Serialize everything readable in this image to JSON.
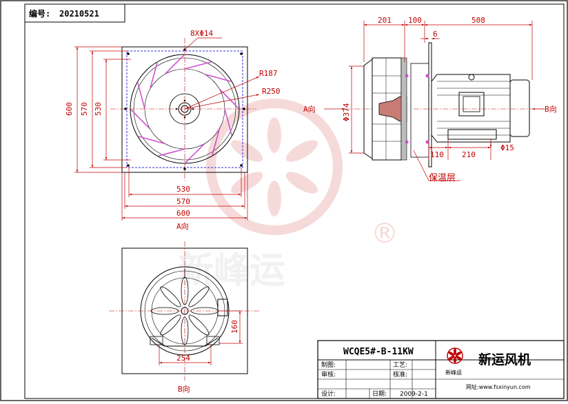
{
  "header": {
    "code_label": "编号:",
    "code_value": "20210521"
  },
  "front_view": {
    "holes_note": "8XΦ14",
    "radius_inner": "R187",
    "radius_outer": "R250",
    "height_outer": "600",
    "height_mid": "570",
    "height_inner": "530",
    "width_inner": "530",
    "width_mid": "570",
    "width_outer": "600",
    "view_label": "A向"
  },
  "side_view": {
    "dim_top_1": "201",
    "dim_top_2": "100",
    "dim_top_3": "508",
    "dim_plate": "6",
    "dia_inlet": "Φ374",
    "dim_foot_1": "110",
    "dim_foot_2": "210",
    "dia_foot_hole": "Φ15",
    "insulation_label": "保温层",
    "left_view_label": "A向",
    "right_view_label": "B向"
  },
  "rear_view": {
    "dim_width": "254",
    "dim_height": "160",
    "view_label": "B向"
  },
  "watermark": {
    "text": "新峰运",
    "registered": "®"
  },
  "title_block": {
    "model": "WCQE5#-B-11KW",
    "company": "新运风机",
    "logo_text": "新峰运",
    "label_drawn": "制图:",
    "label_process": "工艺:",
    "label_review": "审核:",
    "label_approve": "核准:",
    "label_design": "设计:",
    "label_date": "日期:",
    "date_value": "2009-2-1",
    "website": "网址:www.fsxinyun.com"
  },
  "colors": {
    "dimension": "#c00000",
    "outline": "#000000",
    "hidden": "#2b2bd9",
    "blade": "#d050d0",
    "insulation": "#9a9a9a",
    "watermark": "#f0bcbc"
  }
}
